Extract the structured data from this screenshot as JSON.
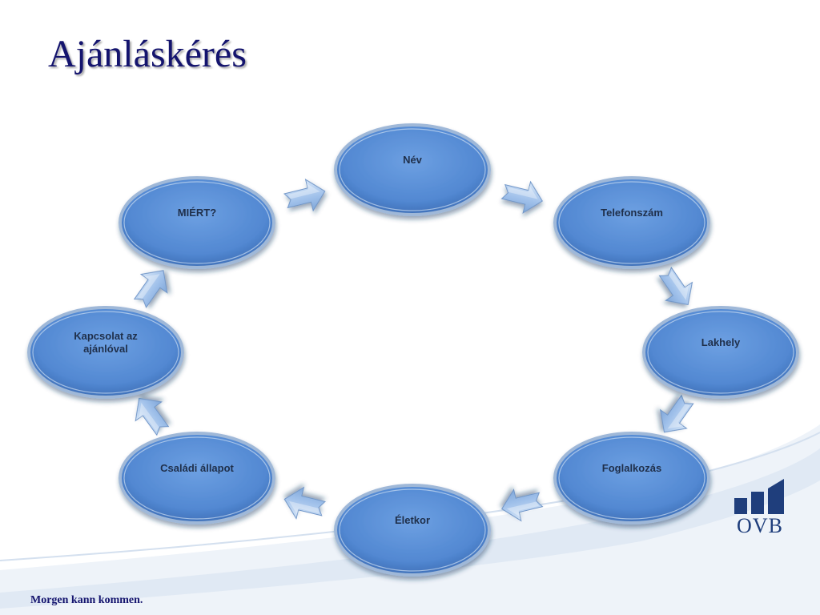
{
  "title": "Ajánláskérés",
  "cycle": {
    "nodes": [
      {
        "label": "Név"
      },
      {
        "label": "Telefonszám"
      },
      {
        "label": "Lakhely"
      },
      {
        "label": "Foglalkozás"
      },
      {
        "label": "Életkor"
      },
      {
        "label": "Családi állapot"
      },
      {
        "label": "Kapcsolat az ajánlóval"
      },
      {
        "label": "MIÉRT?"
      }
    ]
  },
  "logo": {
    "text": "OVB"
  },
  "footer": {
    "slogan": "Morgen kann kommen."
  },
  "colors": {
    "title": "#14146e",
    "node_fill": "#5b8ed6",
    "node_border": "#9fb8d8",
    "arrow_fill": "#a8c6ec",
    "logo": "#1f3e7c",
    "swoosh": "#e3ebf5"
  },
  "icons": {
    "arrow": "chevron-arrow-icon",
    "logo": "ovb-bar-logo-icon"
  }
}
